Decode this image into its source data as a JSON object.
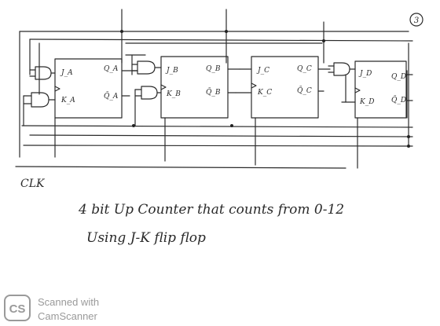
{
  "page_number": "3",
  "clock_label": "CLK",
  "title_line1": "4 bit Up Counter that counts from 0-12",
  "title_line2": "Using J-K flip flop",
  "flip_flops": [
    {
      "j": "J_A",
      "k": "K_A",
      "q": "Q_A",
      "qbar": "Q̄_A"
    },
    {
      "j": "J_B",
      "k": "K_B",
      "q": "Q_B",
      "qbar": "Q̄_B"
    },
    {
      "j": "J_C",
      "k": "K_C",
      "q": "Q_C",
      "qbar": "Q̄_C"
    },
    {
      "j": "J_D",
      "k": "K_D",
      "q": "Q_D",
      "qbar": "Q̄_D"
    }
  ],
  "watermark": {
    "logo": "CS",
    "line1": "Scanned with",
    "line2": "CamScanner",
    "color": "#9a9a9a"
  }
}
